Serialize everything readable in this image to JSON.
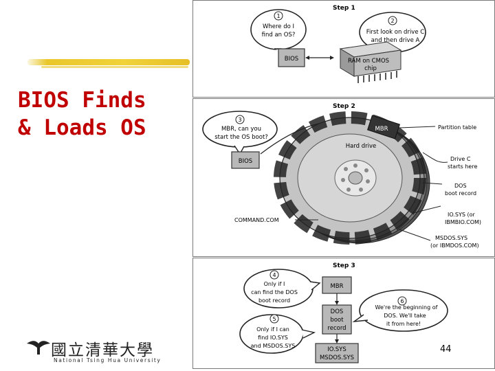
{
  "slide": {
    "title_line1": "BIOS Finds",
    "title_line2": "& Loads OS",
    "page_number": "44",
    "logo_text": "國立清華大學",
    "logo_subtext": "National Tsing Hua University"
  },
  "step1": {
    "label": "Step 1",
    "bubble1_num": "1",
    "bubble1_line1": "Where do I",
    "bubble1_line2": "find an OS?",
    "bubble2_num": "2",
    "bubble2_line1": "First look on drive C",
    "bubble2_line2": "and then drive A",
    "bios_label": "BIOS",
    "cmos_line1": "RAM on CMOS",
    "cmos_line2": "chip"
  },
  "step2": {
    "label": "Step 2",
    "bubble3_num": "3",
    "bubble3_line1": "MBR, can you",
    "bubble3_line2": "start the OS boot?",
    "bios_label": "BIOS",
    "mbr_label": "MBR",
    "hard_drive_label": "Hard drive",
    "partition_table": "Partition table",
    "drive_c_line1": "Drive C",
    "drive_c_line2": "starts here",
    "dos_boot_line1": "DOS",
    "dos_boot_line2": "boot record",
    "iosys_line1": "IO.SYS (or",
    "iosys_line2": "IBMBIO.COM)",
    "msdos_line1": "MSDOS.SYS",
    "msdos_line2": "(or IBMDOS.COM)",
    "command_com": "COMMAND.COM"
  },
  "step3": {
    "label": "Step 3",
    "bubble4_num": "4",
    "bubble4_line1": "Only if I",
    "bubble4_line2": "can find the DOS",
    "bubble4_line3": "boot record",
    "bubble5_num": "5",
    "bubble5_line1": "Only if I can",
    "bubble5_line2": "find IO.SYS",
    "bubble5_line3": "and MSDOS.SYS",
    "bubble6_num": "6",
    "bubble6_line1": "We're the beginning of",
    "bubble6_line2": "DOS.  We'll take",
    "bubble6_line3": "it from here!",
    "mbr_box": "MBR",
    "dos_box_line1": "DOS",
    "dos_box_line2": "boot",
    "dos_box_line3": "record",
    "sys_box_line1": "IO.SYS",
    "sys_box_line2": "MSDOS.SYS"
  }
}
